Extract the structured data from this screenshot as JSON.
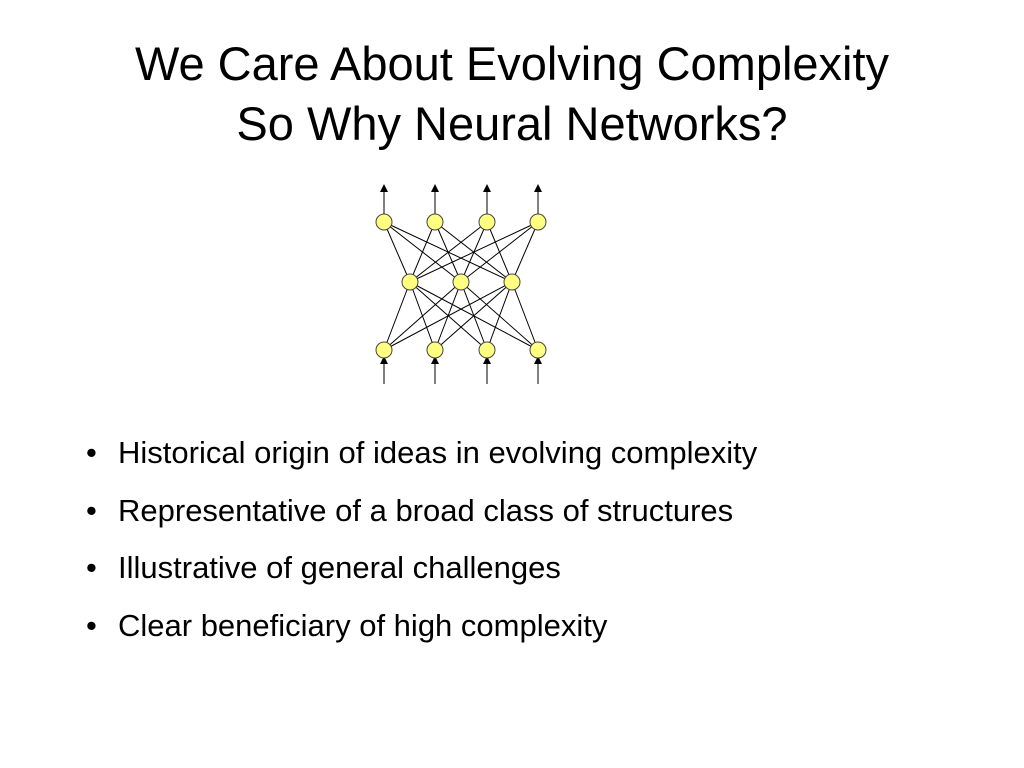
{
  "slide": {
    "title_line1": "We Care About Evolving Complexity",
    "title_line2": "So Why Neural Networks?",
    "bullet_symbol": "•",
    "bullets": [
      "Historical origin of ideas in evolving complexity",
      "Representative of a broad class of structures",
      "Illustrative of general challenges",
      "Clear beneficiary of high complexity"
    ]
  },
  "diagram": {
    "icon": "neural-network-diagram",
    "node_fill": "#ffff80",
    "node_stroke": "#444444",
    "edge_color": "#000000",
    "layers": {
      "input_nodes": 4,
      "hidden_nodes": 3,
      "output_nodes": 4
    }
  }
}
